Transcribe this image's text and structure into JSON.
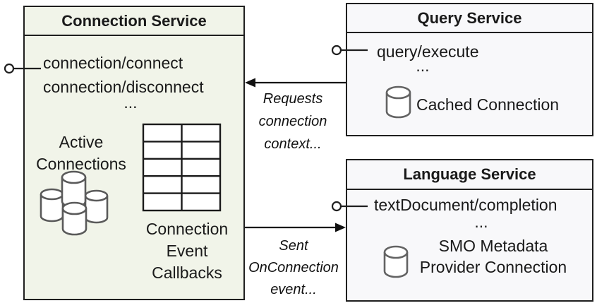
{
  "diagram": {
    "type": "service-architecture-diagram"
  },
  "colors": {
    "connection_box_fill": "#f1f4e9",
    "service_box_fill": "#f8f8fa",
    "border": "#1f1f1f",
    "text": "#1a1a1a",
    "cylinder_stroke": "#5a5a5a",
    "table_stroke": "#1a1a1a"
  },
  "connection_service": {
    "title": "Connection Service",
    "method_1": "connection/connect",
    "method_2": "connection/disconnect",
    "ellipsis": "...",
    "active_connections_label": "Active\nConnections",
    "callbacks_label": "Connection\nEvent\nCallbacks",
    "icons": [
      "lollipop-connector-icon",
      "database-cluster-icon",
      "table-grid-icon"
    ]
  },
  "query_service": {
    "title": "Query Service",
    "method_1": "query/execute",
    "ellipsis": "...",
    "cached_connection_label": "Cached Connection",
    "icons": [
      "lollipop-connector-icon",
      "database-cylinder-icon"
    ]
  },
  "language_service": {
    "title": "Language Service",
    "method_1": "textDocument/completion",
    "ellipsis": "...",
    "smo_label": "SMO Metadata\nProvider Connection",
    "icons": [
      "lollipop-connector-icon",
      "database-cylinder-icon"
    ]
  },
  "edges": {
    "requests_arrow": {
      "from": "Query Service",
      "to": "Connection Service",
      "direction": "left",
      "label": "Requests\nconnection\ncontext..."
    },
    "sent_arrow": {
      "from": "Connection Service",
      "to": "Language Service",
      "direction": "right",
      "label": "Sent\nOnConnection\nevent..."
    }
  }
}
